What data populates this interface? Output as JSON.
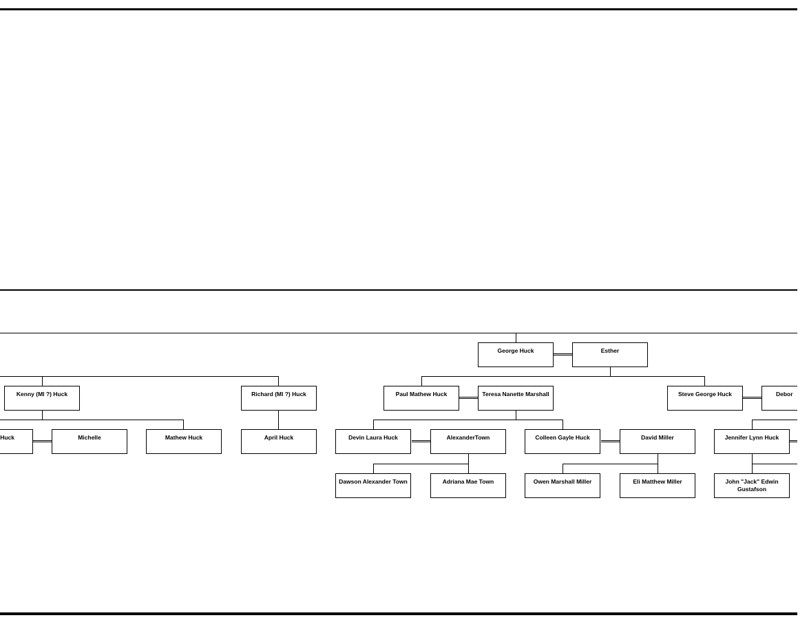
{
  "people": {
    "george": "George Huck",
    "esther": "Esther",
    "kenny": "Kenny (MI ?) Huck",
    "richard": "Richard (MI ?) Huck",
    "paul": "Paul Mathew Huck",
    "teresa": "Teresa Nanette Marshall",
    "steve": "Steve George Huck",
    "debor": "Debor",
    "huck_partial": "Huck",
    "michelle": "Michelle",
    "mathew": "Mathew Huck",
    "april": "April Huck",
    "devin": "Devin Laura Huck",
    "alexander": "AlexanderTown",
    "colleen": "Colleen Gayle Huck",
    "david": "David Miller",
    "jennifer": "Jennifer Lynn Huck",
    "dawson": "Dawson Alexander Town",
    "adriana": "Adriana Mae Town",
    "owen": "Owen Marshall Miller",
    "eli": "Eli Matthew Miller",
    "john": "John \"Jack\" Edwin Gustafson"
  }
}
